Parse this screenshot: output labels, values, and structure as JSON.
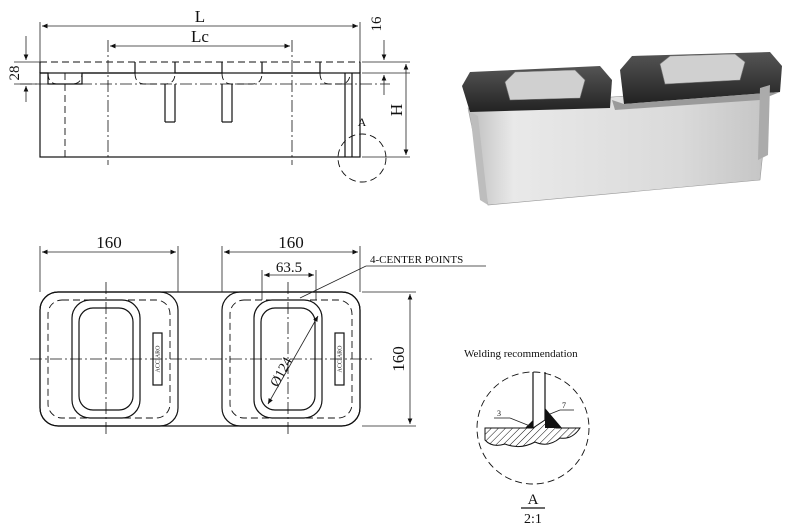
{
  "drawing": {
    "side_view": {
      "dim_L": "L",
      "dim_Lc": "Lc",
      "dim_16": "16",
      "dim_28": "28",
      "dim_H": "H",
      "detail_callout": "A"
    },
    "top_view": {
      "dim_160_left": "160",
      "dim_160_right": "160",
      "dim_63_5": "63.5",
      "note_center_points": "4-CENTER POINTS",
      "dim_diameter": "Ø124",
      "dim_160_vertical": "160",
      "stamp_left": "ACCIARO",
      "stamp_right": "ACCIARO"
    },
    "welding": {
      "title": "Welding recommendation",
      "weld_left": "3",
      "weld_right": "7",
      "detail_letter": "A",
      "detail_scale": "2:1"
    }
  },
  "colors": {
    "line": "#111111",
    "render_top": "#3a3a3a",
    "render_body": "#d9d9d9"
  }
}
